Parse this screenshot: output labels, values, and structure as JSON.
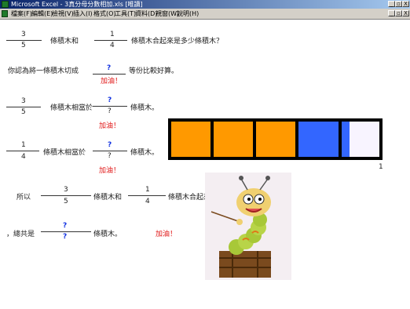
{
  "window": {
    "title": "Microsoft Excel - 3真分母分數相加.xls [唯讀]",
    "controls": [
      "_",
      "▫",
      "X"
    ]
  },
  "menu": {
    "items": [
      "檔案(F)",
      "編輯(E)",
      "檢視(V)",
      "插入(I)",
      "格式(O)",
      "工具(T)",
      "資料(D)",
      "視窗(W)",
      "說明(H)"
    ],
    "right_controls": [
      "_",
      "▫",
      "X"
    ]
  },
  "question": {
    "frac1_num": "3",
    "frac1_den": "5",
    "text1": "條積木和",
    "frac2_num": "1",
    "frac2_den": "4",
    "text2": "條積木合起來是多少條積木？"
  },
  "prompt": {
    "text": "你認為將一條積木切成",
    "blank": "?",
    "text2": "等份比較好算。",
    "cheer": "加油！"
  },
  "row1": {
    "num": "3",
    "den": "5",
    "text": "條積木相當於",
    "q_num": "?",
    "q_den": "?",
    "text2": "條積木。",
    "cheer": "加油！"
  },
  "row2": {
    "num": "1",
    "den": "4",
    "text": "條積木相當於",
    "q_num": "?",
    "q_den": "?",
    "text2": "條積木。",
    "cheer": "加油！"
  },
  "bars_model": {
    "label": "1",
    "colors": {
      "orange": "#ff9900",
      "blue": "#3366ff",
      "empty": "#f8f4ff"
    }
  },
  "summary": {
    "lead": "所以",
    "frac1_num": "3",
    "frac1_den": "5",
    "text1": "條積木和",
    "frac2_num": "1",
    "frac2_den": "4",
    "text2": "條積木合起來"
  },
  "total": {
    "lead": "，總共是",
    "q_num": "?",
    "q_den": "?",
    "text": "條積木。",
    "cheer": "加油！"
  }
}
